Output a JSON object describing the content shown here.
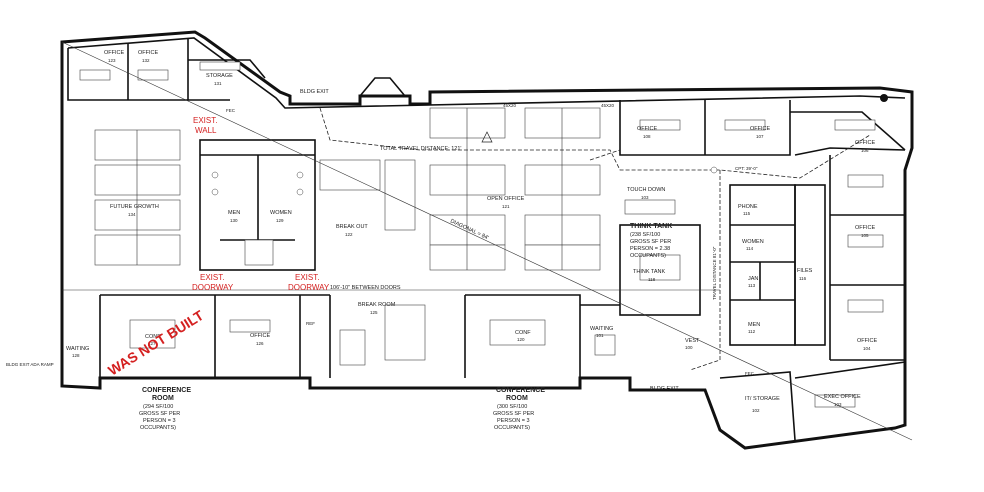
{
  "rooms": {
    "office_123": {
      "name": "OFFICE",
      "num": "123"
    },
    "office_132": {
      "name": "OFFICE",
      "num": "132"
    },
    "storage_131": {
      "name": "STORAGE",
      "num": "131"
    },
    "office_108": {
      "name": "OFFICE",
      "num": "108"
    },
    "office_107": {
      "name": "OFFICE",
      "num": "107"
    },
    "office_106": {
      "name": "OFFICE",
      "num": "106"
    },
    "office_105": {
      "name": "OFFICE",
      "num": "105"
    },
    "office_104": {
      "name": "OFFICE",
      "num": "104"
    },
    "future_growth": {
      "name": "FUTURE GROWTH",
      "num": "134"
    },
    "men_130": {
      "name": "MEN",
      "num": "130"
    },
    "women_129": {
      "name": "WOMEN",
      "num": "129"
    },
    "break_out": {
      "name": "BREAK OUT",
      "num": "122"
    },
    "open_office": {
      "name": "OPEN OFFICE",
      "num": "121"
    },
    "touch_down": {
      "name": "TOUCH DOWN",
      "num": "103"
    },
    "think_tank": {
      "name": "THINK TANK",
      "num": "118"
    },
    "phone": {
      "name": "PHONE",
      "num": "115"
    },
    "women_114": {
      "name": "WOMEN",
      "num": "114"
    },
    "jan": {
      "name": "JAN",
      "num": "113"
    },
    "men_112": {
      "name": "MEN",
      "num": "112"
    },
    "files": {
      "name": "FILES",
      "num": "116"
    },
    "waiting_128": {
      "name": "WAITING",
      "num": "128"
    },
    "conf_127": {
      "name": "CONF",
      "num": "127"
    },
    "office_126": {
      "name": "OFFICE",
      "num": "126"
    },
    "ref": {
      "name": "REF",
      "num": "REF"
    },
    "break_room": {
      "name": "BREAK ROOM",
      "num": "125"
    },
    "conf_120": {
      "name": "CONF",
      "num": "120"
    },
    "waiting_101": {
      "name": "WAITING",
      "num": "101"
    },
    "vest": {
      "name": "VEST",
      "num": "100"
    },
    "it_storage": {
      "name": "IT/ STORAGE",
      "num": "102"
    },
    "exec_office": {
      "name": "EXEC OFFICE",
      "num": "103"
    }
  },
  "labels": {
    "bldg_exit": "BLDG EXIT",
    "fec": "FEC",
    "total_travel": "TOTAL TRAVEL DISTANCE: 121'",
    "diagonal": "DIAGONAL = 84'",
    "between_doors": "106'-10\" BETWEEN DOORS",
    "cpt": "CPT: 39'-0\"",
    "travel_distance": "TRAVEL DISTANCE 81'-0\"",
    "dim_45x20_a": "45X20",
    "dim_45x20_b": "45X20",
    "bldg_exit_ada": "BLDG EXIT ADA RAMP",
    "think_tank_note": [
      "THINK TANK",
      "(238 SF/100",
      "GROSS SF PER",
      "PERSON = 2.38",
      "OCCUPANTS)"
    ],
    "conf_room_left": [
      "CONFERENCE",
      "ROOM",
      "(294 SF/100",
      "GROSS SF PER",
      "PERSON = 3",
      "OCCUPANTS)"
    ],
    "conf_room_right": [
      "CONFERENCE",
      "ROOM",
      "(300 SF/100",
      "GROSS SF PER",
      "PERSON = 3",
      "OCCUPANTS)"
    ]
  },
  "annotations": {
    "exist_wall": [
      "EXIST.",
      "WALL"
    ],
    "exist_doorway_left": [
      "EXIST.",
      "DOORWAY"
    ],
    "exist_doorway_right": [
      "EXIST.",
      "DOORWAY"
    ],
    "was_not_built": "WAS NOT BUILT"
  },
  "colors": {
    "annotation": "#d42020",
    "wall": "#111111"
  }
}
